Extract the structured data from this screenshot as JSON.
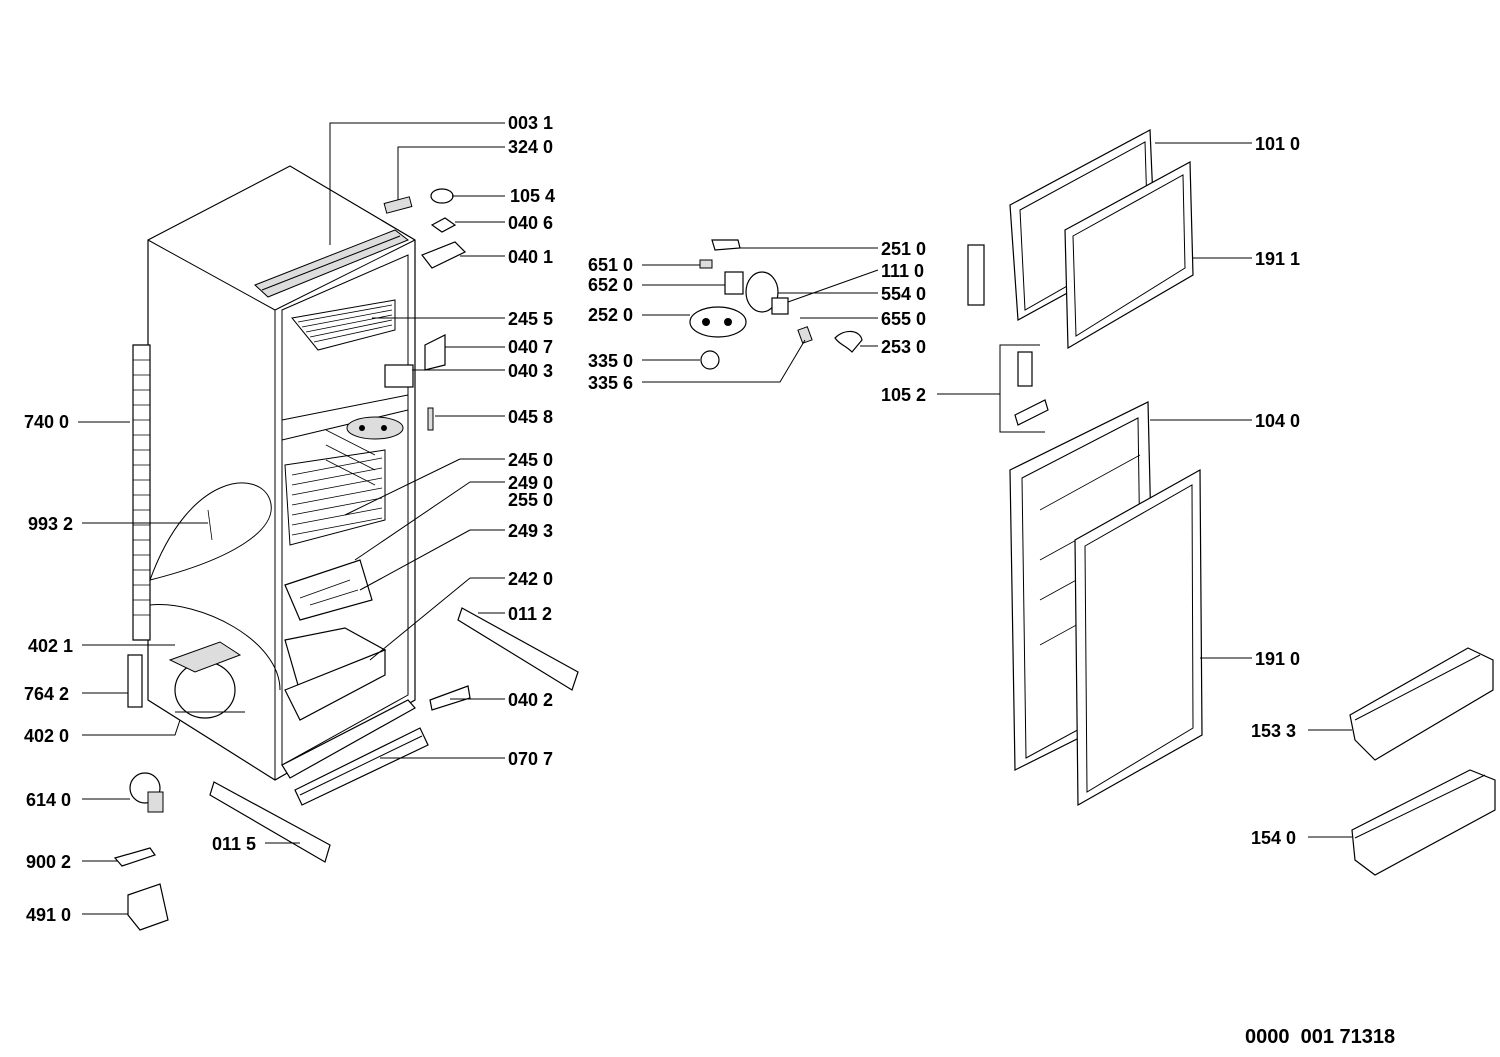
{
  "drawing_number": "0000  001 71318",
  "labels": {
    "l0031": "003 1",
    "l3240": "324 0",
    "l1054": "105 4",
    "l0406": "040 6",
    "l0401": "040 1",
    "l2455": "245 5",
    "l0407": "040 7",
    "l0403": "040 3",
    "l0458": "045 8",
    "l2450": "245 0",
    "l2490": "249 0",
    "l2550": "255 0",
    "l2493": "249 3",
    "l2420": "242 0",
    "l0112": "011 2",
    "l0402": "040 2",
    "l0707": "070 7",
    "l0115": "011 5",
    "l7400": "740 0",
    "l9932": "993 2",
    "l4021": "402 1",
    "l7642": "764 2",
    "l4020": "402 0",
    "l6140": "614 0",
    "l9002": "900 2",
    "l4910": "491 0",
    "l6510": "651 0",
    "l6520": "652 0",
    "l2520": "252 0",
    "l3350": "335 0",
    "l3356": "335 6",
    "l2510": "251 0",
    "l1110": "111 0",
    "l5540": "554 0",
    "l6550": "655 0",
    "l2530": "253 0",
    "l1010": "101 0",
    "l1911": "191 1",
    "l1052": "105 2",
    "l1040": "104 0",
    "l1910": "191 0",
    "l1533": "153 3",
    "l1540": "154 0"
  }
}
